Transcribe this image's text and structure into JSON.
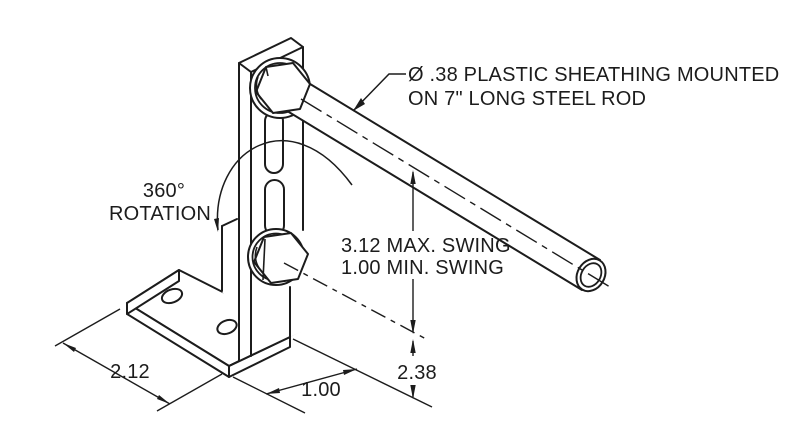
{
  "drawing": {
    "title": "bracket-rod-assembly-technical-drawing",
    "colors": {
      "line": "#1c1c1c",
      "background": "#ffffff"
    },
    "callout": {
      "line1": "Ø .38 PLASTIC SHEATHING MOUNTED",
      "line2": "ON 7\" LONG STEEL ROD"
    },
    "rotation_label": {
      "line1": "360°",
      "line2": "ROTATION"
    },
    "swing_label": {
      "line1": "3.12 MAX. SWING",
      "line2": "1.00 MIN. SWING"
    },
    "dimensions": {
      "base_width": "2.12",
      "pivot_offset": "1.00",
      "pivot_height": "2.38"
    }
  }
}
